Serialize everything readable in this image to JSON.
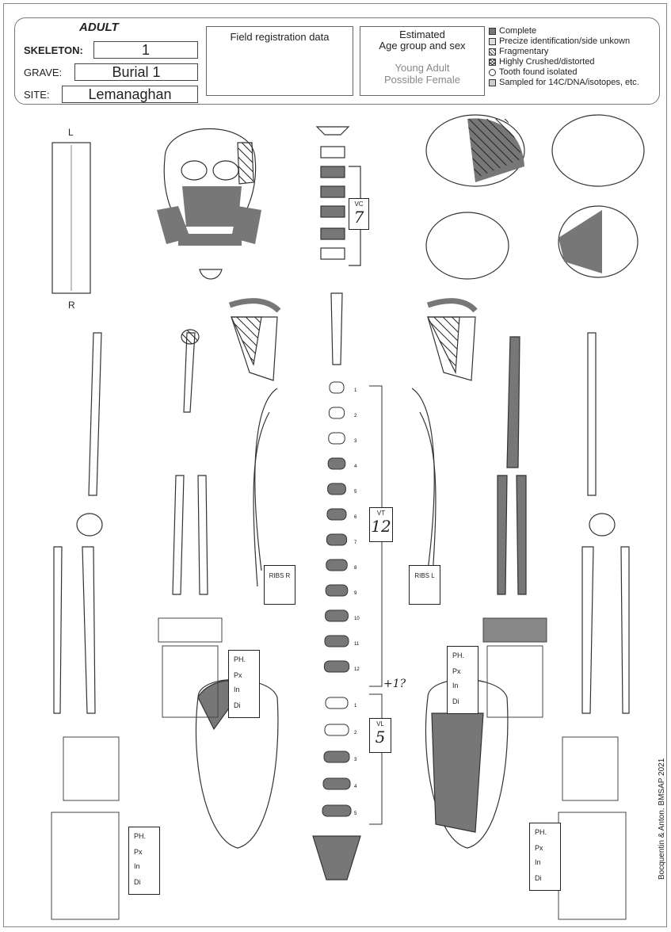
{
  "header": {
    "title": "ADULT",
    "skeleton_label": "SKELETON:",
    "skeleton_value": "1",
    "grave_label": "GRAVE:",
    "grave_value": "Burial 1",
    "site_label": "SITE:",
    "site_value": "Lemanaghan",
    "field_title": "Field registration data",
    "estimate_title_1": "Estimated",
    "estimate_title_2": "Age group and sex",
    "estimate_line_1": "Young Adult",
    "estimate_line_2": "Possible Female"
  },
  "legend": [
    {
      "label": "Complete",
      "swatch": "#777777"
    },
    {
      "label": "Precize identification/side unkown",
      "swatch": "#dddddd"
    },
    {
      "label": "Fragmentary",
      "swatch": "hatch"
    },
    {
      "label": "Highly Crushed/distorted",
      "swatch": "cross"
    },
    {
      "label": "Tooth found isolated",
      "swatch": "circle"
    },
    {
      "label": "Sampled for 14C/DNA/isotopes, etc.",
      "swatch": "#cccccc"
    }
  ],
  "teeth_side_left": "L",
  "teeth_side_right": "R",
  "vertebrae": {
    "cervical_label": "VC",
    "cervical_count": "7",
    "thoracic_label": "VT",
    "thoracic_count": "12",
    "lumbar_label": "VL",
    "lumbar_count": "5",
    "extra_note": "+1?",
    "thoracic_numbers": [
      "1",
      "2",
      "3",
      "4",
      "5",
      "6",
      "7",
      "8",
      "9",
      "10",
      "11",
      "12"
    ],
    "lumbar_numbers": [
      "1",
      "2",
      "3",
      "4",
      "5"
    ]
  },
  "ribs_right": "RIBS R",
  "ribs_left": "RIBS L",
  "phalanx_box": {
    "title": "PH.",
    "px": "Px",
    "in": "In",
    "di": "Di"
  },
  "credit": "Bocquentin & Anton. BMSAP 2021",
  "colors": {
    "complete": "#777777",
    "line": "#333333"
  }
}
